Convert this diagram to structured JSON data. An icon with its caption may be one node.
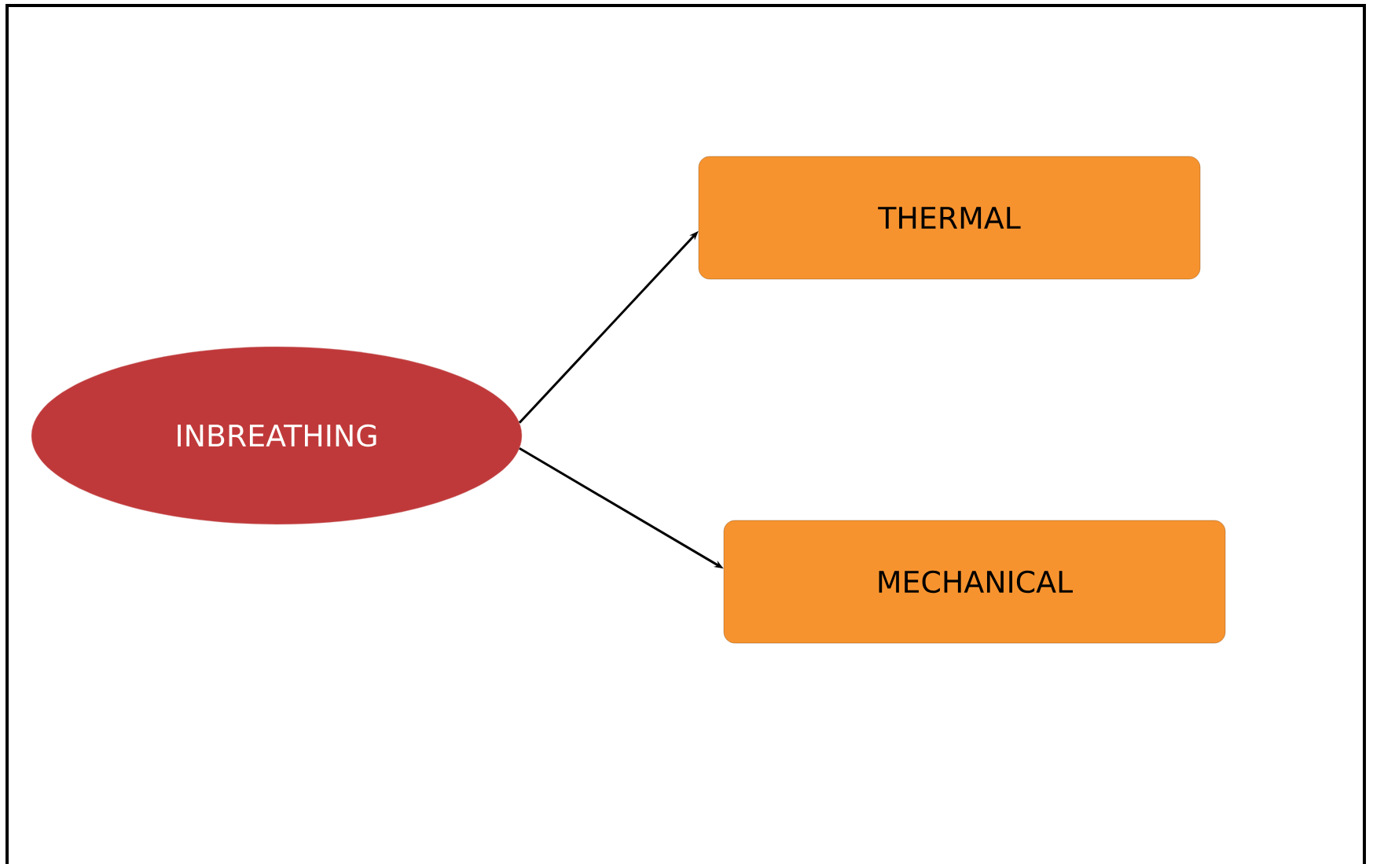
{
  "diagram": {
    "nodes": [
      {
        "text": [
          "INBREATHING"
        ]
      },
      {
        "text": [
          "THERMAL"
        ]
      },
      {
        "text": [
          "MECHANICAL"
        ]
      }
    ],
    "edges": [
      {
        "from": 0,
        "to": 1,
        "arrow": "to"
      },
      {
        "from": 0,
        "to": 2,
        "arrow": "to"
      }
    ]
  }
}
